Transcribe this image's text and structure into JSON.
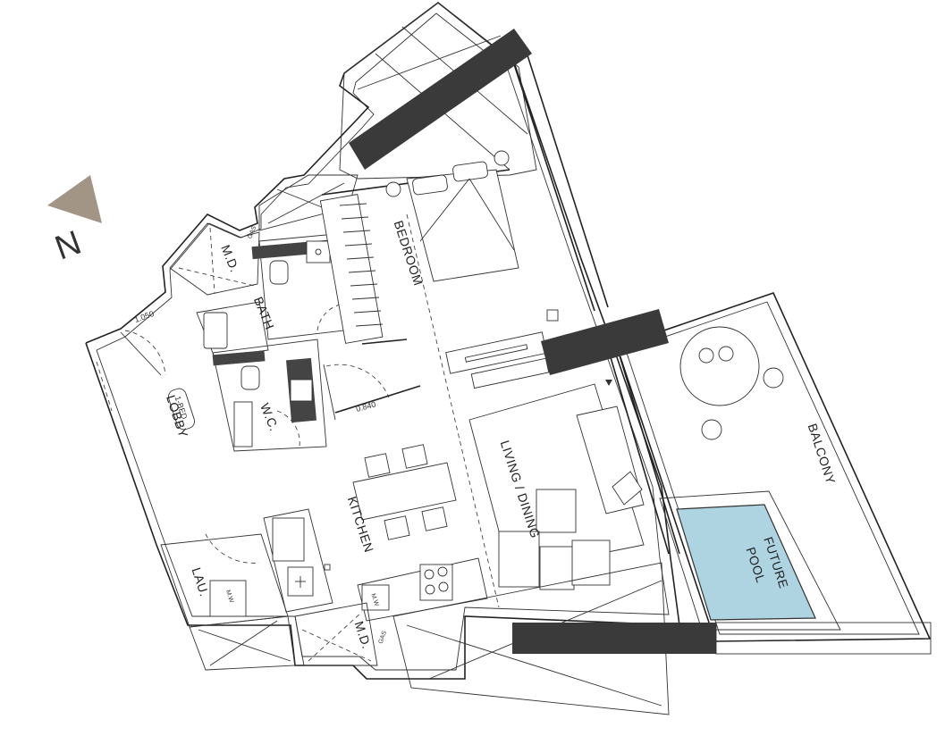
{
  "north_label": "N",
  "rooms": {
    "bedroom": "BEDROOM",
    "bath": "BATH",
    "md_top": "M.D.",
    "md_bottom": "M.D.",
    "wc": "W.C.",
    "lobby": "LOBBY",
    "kitchen": "KITCHEN",
    "living_dining": "LIVING / DINING",
    "balcony": "BALCONY",
    "pool_line1": "FUTURE",
    "pool_line2": "POOL",
    "laundry": "LAU."
  },
  "unit_badge": "1-BED",
  "dimensions": {
    "entry_door": "1.050",
    "inner_door": "0.840"
  },
  "tags": {
    "gas_top": "GAS",
    "gas_bottom": "GAS",
    "mw_laundry": "M.W",
    "mw_kitchen": "M.W"
  },
  "colors": {
    "pool_fill": "#aed3e1",
    "redaction": "#3a3a3a",
    "north_arrow": "#a39585"
  }
}
